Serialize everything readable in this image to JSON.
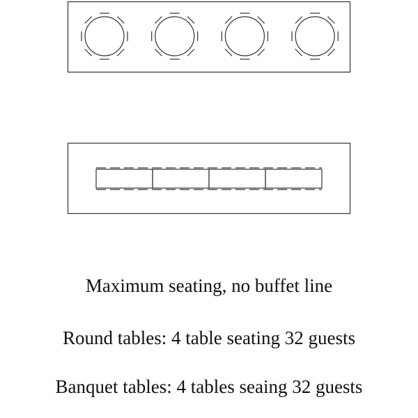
{
  "round_layout": {
    "table_count": 4,
    "chairs_per_table": 8
  },
  "banquet_layout": {
    "table_count": 4
  },
  "colors": {
    "line": "#333333",
    "background": "#ffffff"
  },
  "captions": {
    "title": "Maximum seating, no buffet line",
    "round": "Round tables:  4 table seating 32 guests",
    "banquet": "Banquet tables:  4 tables seaing 32 guests"
  }
}
